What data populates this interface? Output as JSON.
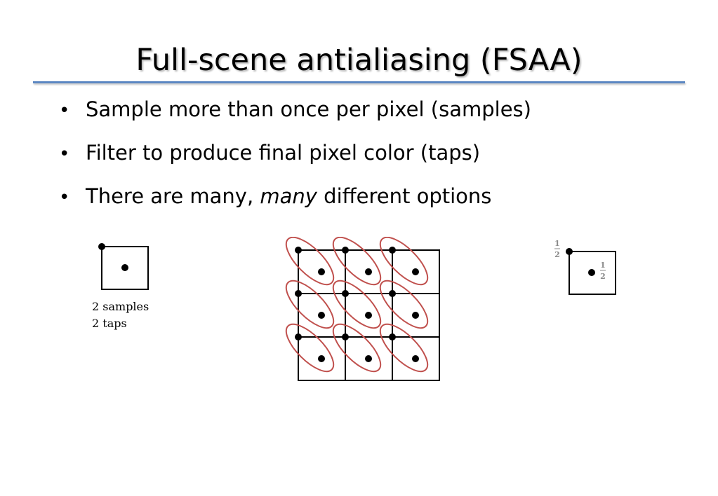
{
  "slide": {
    "title": "Full-scene antialiasing (FSAA)",
    "bullets": [
      {
        "text": "Sample more than once per pixel (samples)"
      },
      {
        "text": "Filter to produce final pixel color (taps)"
      },
      {
        "before": "There are many, ",
        "emphasis": "many",
        "after": " different options"
      }
    ]
  },
  "diagrams": {
    "left": {
      "caption_line1": "2 samples",
      "caption_line2": "2 taps"
    },
    "middle": {
      "rows": 3,
      "cols": 3
    },
    "right": {
      "weight_corner_num": "1",
      "weight_corner_den": "2",
      "weight_center_num": "1",
      "weight_center_den": "2"
    }
  },
  "colors": {
    "rule": "#5b87c2",
    "ellipse": "#c0504d"
  }
}
